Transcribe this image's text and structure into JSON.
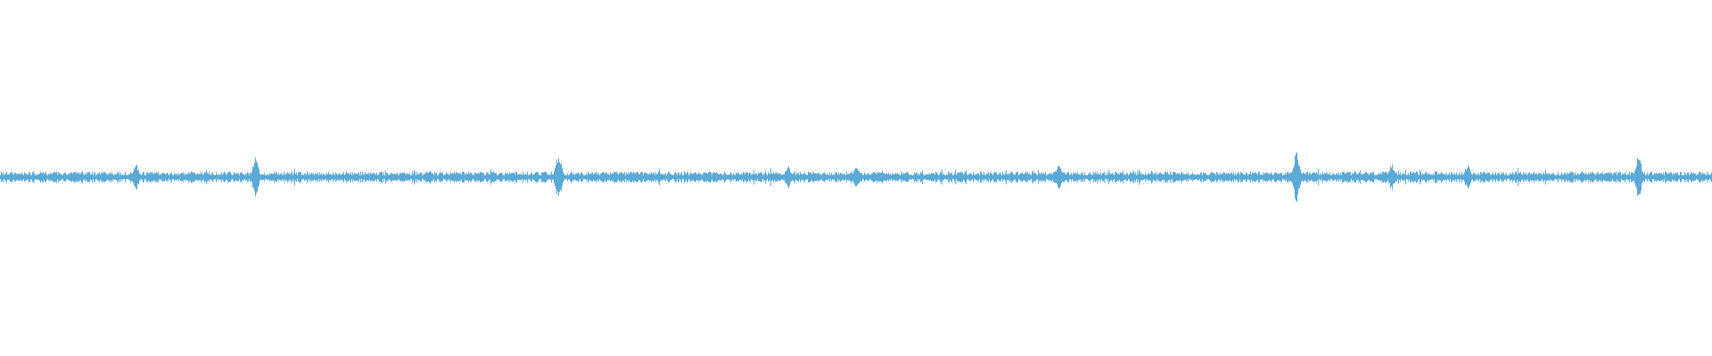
{
  "waveform": {
    "color": "#5aa9d6",
    "background": "#ffffff",
    "noise_floor_amplitude": 0.012,
    "transients": [
      {
        "position": 0.079,
        "amplitude": 0.035
      },
      {
        "position": 0.149,
        "amplitude": 0.05
      },
      {
        "position": 0.326,
        "amplitude": 0.06
      },
      {
        "position": 0.46,
        "amplitude": 0.03
      },
      {
        "position": 0.5,
        "amplitude": 0.03
      },
      {
        "position": 0.618,
        "amplitude": 0.035
      },
      {
        "position": 0.757,
        "amplitude": 0.065
      },
      {
        "position": 0.813,
        "amplitude": 0.035
      },
      {
        "position": 0.857,
        "amplitude": 0.03
      },
      {
        "position": 0.957,
        "amplitude": 0.055
      }
    ]
  }
}
